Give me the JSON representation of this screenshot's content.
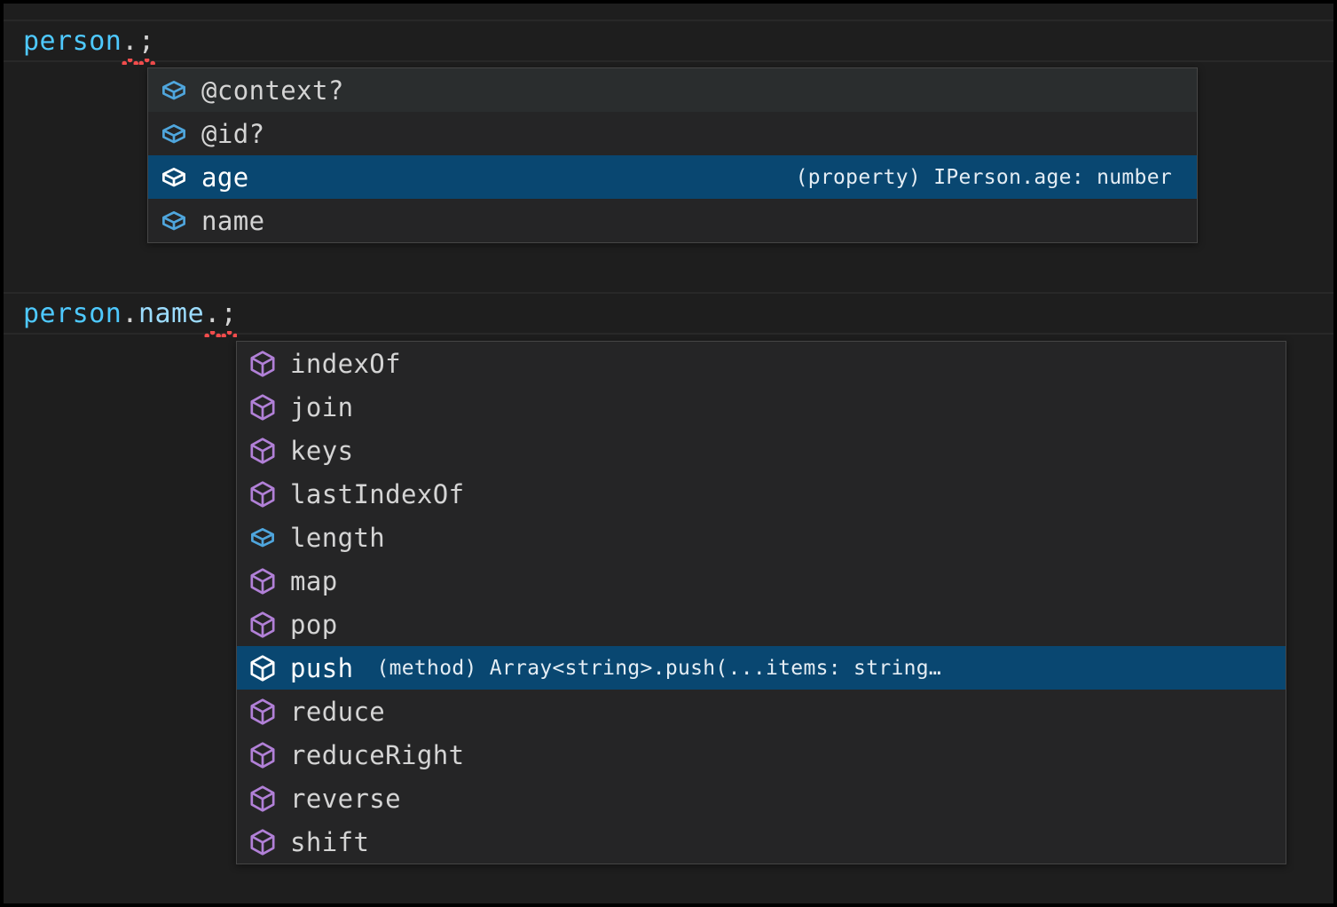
{
  "editor": {
    "theme_colors": {
      "background": "#1e1e1e",
      "widget_background": "#252526",
      "widget_border": "#454545",
      "selection_background": "#094771",
      "hover_background": "#2a2d2e",
      "identifier_color": "#4ec9ff",
      "property_color": "#9cdcfe",
      "punctuation_color": "#d4d4d4",
      "error_squiggle_color": "#f14c4c",
      "method_icon_color": "#b180d7",
      "property_icon_color": "#4fa6dd",
      "selected_icon_color": "#ffffff"
    },
    "lines": [
      {
        "id": "line-1",
        "tokens": [
          {
            "text": "person",
            "kind": "identifier"
          },
          {
            "text": ".",
            "kind": "punctuation",
            "error": true
          },
          {
            "text": ";",
            "kind": "punctuation",
            "error": true
          }
        ]
      },
      {
        "id": "line-2",
        "tokens": [
          {
            "text": "person",
            "kind": "identifier"
          },
          {
            "text": ".",
            "kind": "punctuation"
          },
          {
            "text": "name",
            "kind": "property"
          },
          {
            "text": ".",
            "kind": "punctuation",
            "error": true
          },
          {
            "text": ";",
            "kind": "punctuation",
            "error": true
          }
        ]
      }
    ]
  },
  "suggest_widgets": [
    {
      "id": "suggest-person",
      "items": [
        {
          "label": "@context?",
          "icon": "property-cube-icon",
          "kind": "property",
          "state": "hover",
          "detail": ""
        },
        {
          "label": "@id?",
          "icon": "property-cube-icon",
          "kind": "property",
          "state": "normal",
          "detail": ""
        },
        {
          "label": "age",
          "icon": "property-cube-icon",
          "kind": "property",
          "state": "selected",
          "detail": "(property) IPerson.age: number"
        },
        {
          "label": "name",
          "icon": "property-cube-icon",
          "kind": "property",
          "state": "normal",
          "detail": ""
        }
      ]
    },
    {
      "id": "suggest-name-array",
      "items": [
        {
          "label": "indexOf",
          "icon": "method-cube-icon",
          "kind": "method",
          "state": "normal",
          "detail": ""
        },
        {
          "label": "join",
          "icon": "method-cube-icon",
          "kind": "method",
          "state": "normal",
          "detail": ""
        },
        {
          "label": "keys",
          "icon": "method-cube-icon",
          "kind": "method",
          "state": "normal",
          "detail": ""
        },
        {
          "label": "lastIndexOf",
          "icon": "method-cube-icon",
          "kind": "method",
          "state": "normal",
          "detail": ""
        },
        {
          "label": "length",
          "icon": "property-cube-icon",
          "kind": "property",
          "state": "normal",
          "detail": ""
        },
        {
          "label": "map",
          "icon": "method-cube-icon",
          "kind": "method",
          "state": "normal",
          "detail": ""
        },
        {
          "label": "pop",
          "icon": "method-cube-icon",
          "kind": "method",
          "state": "normal",
          "detail": ""
        },
        {
          "label": "push",
          "icon": "method-cube-icon",
          "kind": "method",
          "state": "selected",
          "detail": "(method) Array<string>.push(...items: string…"
        },
        {
          "label": "reduce",
          "icon": "method-cube-icon",
          "kind": "method",
          "state": "normal",
          "detail": ""
        },
        {
          "label": "reduceRight",
          "icon": "method-cube-icon",
          "kind": "method",
          "state": "normal",
          "detail": ""
        },
        {
          "label": "reverse",
          "icon": "method-cube-icon",
          "kind": "method",
          "state": "normal",
          "detail": ""
        },
        {
          "label": "shift",
          "icon": "method-cube-icon",
          "kind": "method",
          "state": "normal",
          "detail": ""
        }
      ]
    }
  ]
}
